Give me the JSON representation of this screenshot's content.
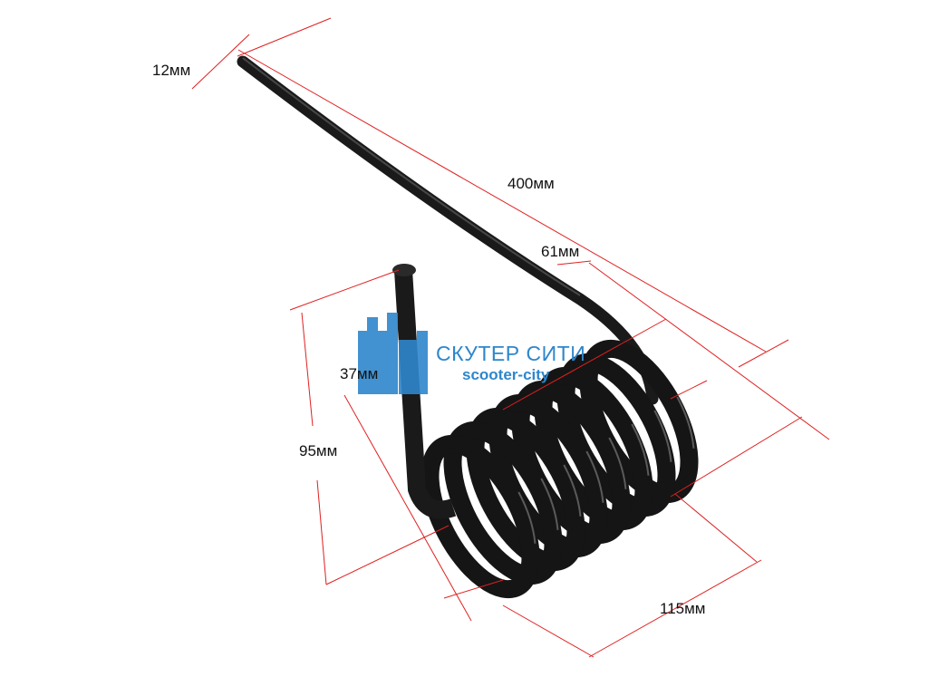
{
  "dimensions": {
    "wire_diameter": "12мм",
    "arm_length": "400мм",
    "offset": "61мм",
    "inner_diameter": "37мм",
    "outer_diameter": "95мм",
    "coil_length": "115мм"
  },
  "watermark": {
    "title": "СКУТЕР СИТИ",
    "subtitle": "scooter-city"
  },
  "colors": {
    "dimension_line": "#e02020",
    "spring": "#111111",
    "logo": "#2e86cc"
  }
}
